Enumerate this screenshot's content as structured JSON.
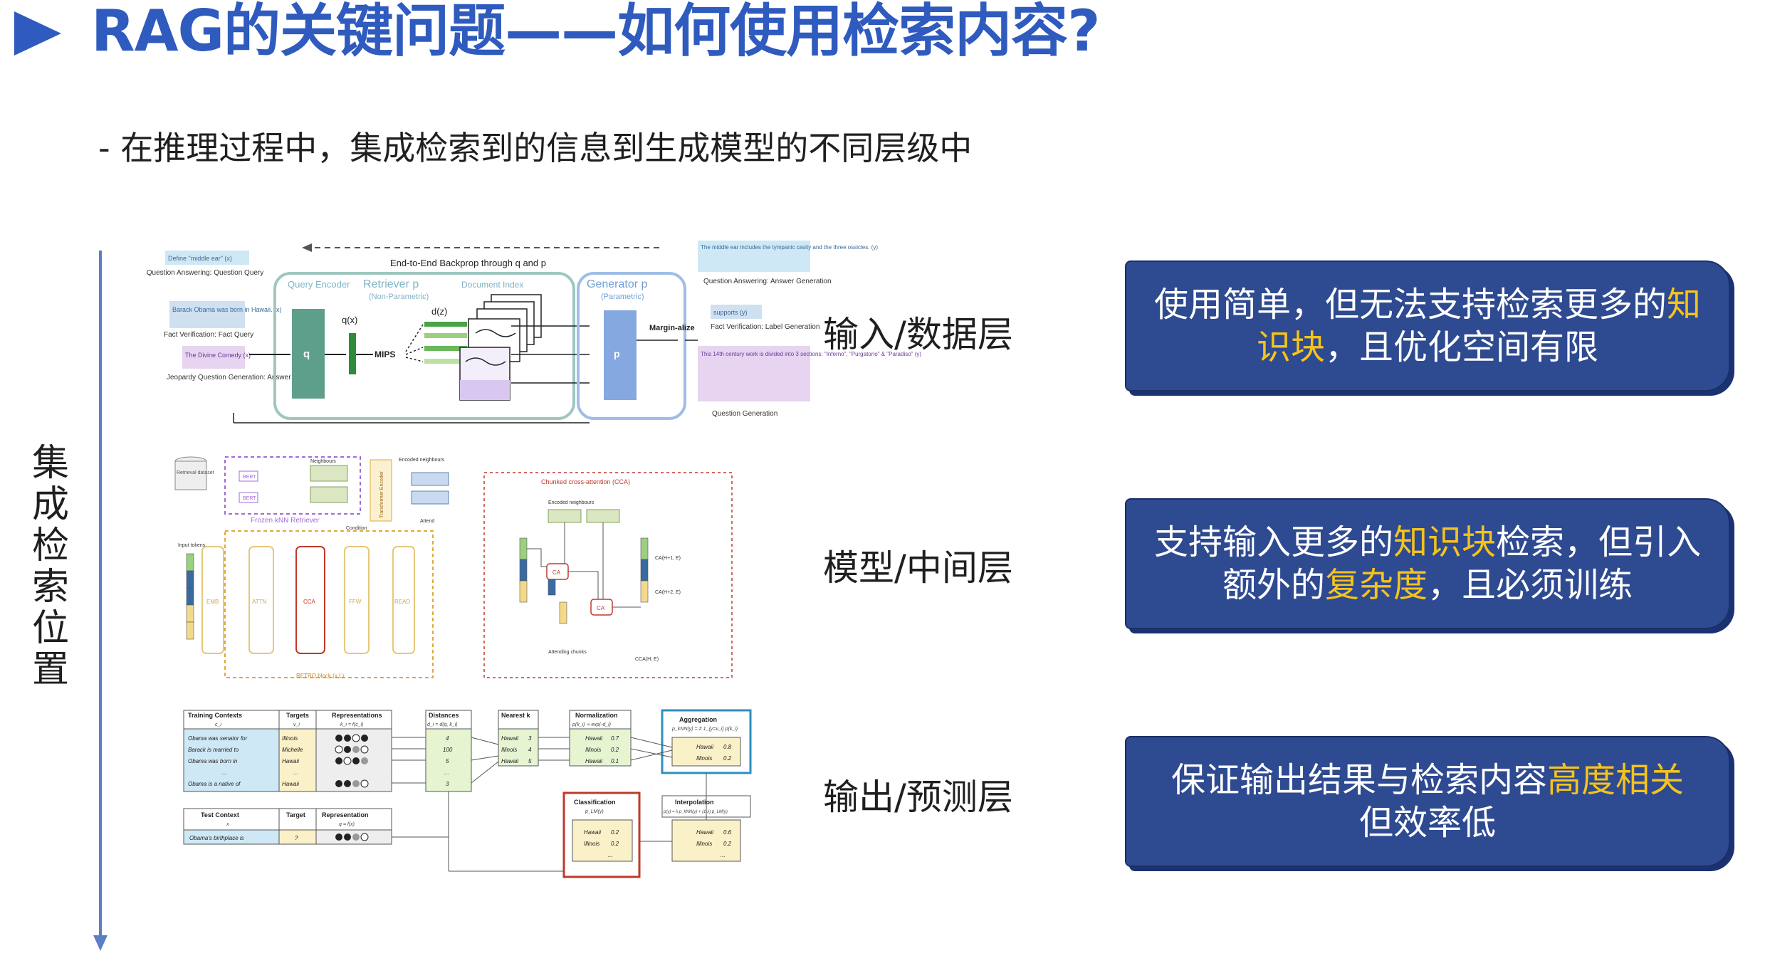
{
  "slide": {
    "title": "RAG的关键问题——如何使用检索内容?",
    "subtitle": "- 在推理过程中，集成检索到的信息到生成模型的不同层级中",
    "axis_label": "集成检索位置",
    "layers": {
      "input": "输入/数据层",
      "model": "模型/中间层",
      "output": "输出/预测层"
    },
    "callouts": {
      "input": {
        "line1_a": "使用简单，但无法支持检索更多的",
        "line1_hl": "知",
        "line2_hl": "识块",
        "line2_b": "，且优化空间有限"
      },
      "model": {
        "line1_a": "支持输入更多的",
        "line1_hl": "知识块",
        "line1_b": "检索，但引入",
        "line2_a": "额外的",
        "line2_hl": "复杂度",
        "line2_b": "，且必须训练"
      },
      "output": {
        "line1_a": "保证输出结果与检索内容",
        "line1_hl": "高度相关",
        "line2": "但效率低"
      }
    },
    "colors": {
      "title": "#2f5bbf",
      "callout_bg": "#2e4a91",
      "highlight": "#f5c31c"
    }
  },
  "fig_rag": {
    "backprop": "End-to-End Backprop through q and p",
    "query_encoder": "Query Encoder",
    "retriever": "Retriever p",
    "non_parametric": "(Non-Parametric)",
    "doc_index": "Document Index",
    "generator": "Generator p",
    "parametric": "(Parametric)",
    "q": "q",
    "qx": "q(x)",
    "dz": "d(z)",
    "mips": "MIPS",
    "ptheta": "p",
    "marginalize": "Margin-alize",
    "in1": "Define \"middle ear\" (x)",
    "in1_cap": "Question Answering: Question Query",
    "in2": "Barack Obama was born in Hawaii. (x)",
    "in2_cap": "Fact Verification: Fact Query",
    "in3": "The Divine Comedy (x)",
    "in3_cap": "Jeopardy Question Generation: Answer Query",
    "out1": "The middle ear includes the tympanic cavity and the three ossicles. (y)",
    "out1_cap": "Question Answering: Answer Generation",
    "out2": "supports (y)",
    "out2_cap": "Fact Verification: Label Generation",
    "out3": "This 14th century work is divided into 3 sections: \"Inferno\", \"Purgatorio\" & \"Paradiso\" (y)",
    "out3_cap": "Question Generation"
  },
  "fig_retro": {
    "encoded_neighbours": "Encoded neighbours",
    "frozen_knn": "Frozen kNN Retriever",
    "retrieval_dataset": "Retrieval dataset",
    "bert": "BERT",
    "neighbours": "Neighbours",
    "condition": "Condition",
    "attend": "Attend",
    "input_tokens": "Input tokens",
    "transformer_encoder": "Transformer Encoder",
    "emb": "EMB",
    "attn": "ATTN",
    "cca": "CCA",
    "ffw": "FFW",
    "read": "READ",
    "retro_block": "RETRO block (x L)",
    "cca_title": "Chunked cross-attention (CCA)",
    "ca": "CA",
    "attending_chunks": "Attending chunks",
    "cca_out1": "CA(H+1, E)",
    "cca_out2": "CA(H+2, E)",
    "cca_out": "CCA(H, E)"
  },
  "fig_knn": {
    "h_training": "Training Contexts",
    "h_training_sub": "c_i",
    "h_targets": "Targets",
    "h_targets_sub": "v_i",
    "h_repr": "Representations",
    "h_repr_sub": "k_i = f(c_i)",
    "h_dist": "Distances",
    "h_dist_sub": "d_i = d(q, k_i)",
    "h_nearest": "Nearest k",
    "h_norm": "Normalization",
    "h_norm_sub": "p(k_i) ∝ exp(-d_i)",
    "h_agg": "Aggregation",
    "h_agg_sub": "p_kNN(y) = Σ 1_{y=v_i} p(k_i)",
    "contexts": [
      "Obama was senator for",
      "Barack is married to",
      "Obama was born in",
      "...",
      "Obama is a native of"
    ],
    "targets": [
      "Illinois",
      "Michelle",
      "Hawaii",
      "...",
      "Hawaii"
    ],
    "distances": [
      "4",
      "100",
      "5",
      "...",
      "3"
    ],
    "nearest": [
      [
        "Hawaii",
        "3"
      ],
      [
        "Illinois",
        "4"
      ],
      [
        "Hawaii",
        "5"
      ]
    ],
    "norm": [
      [
        "Hawaii",
        "0.7"
      ],
      [
        "Illinois",
        "0.2"
      ],
      [
        "Hawaii",
        "0.1"
      ]
    ],
    "agg": [
      [
        "Hawaii",
        "0.8"
      ],
      [
        "Illinois",
        "0.2"
      ]
    ],
    "h_test_ctx": "Test Context",
    "h_test_ctx_sub": "x",
    "h_target": "Target",
    "h_test_repr": "Representation",
    "h_test_repr_sub": "q = f(x)",
    "test_context": "Obama's birthplace is",
    "test_target": "?",
    "h_class": "Classification",
    "h_class_sub": "p_LM(y)",
    "class": [
      [
        "Hawaii",
        "0.2"
      ],
      [
        "Illinois",
        "0.2"
      ]
    ],
    "h_interp": "Interpolation",
    "h_interp_sub": "p(y) = λ p_kNN(y) + (1-λ) p_LM(y)",
    "interp": [
      [
        "Hawaii",
        "0.6"
      ],
      [
        "Illinois",
        "0.2"
      ]
    ],
    "ellipsis": "..."
  }
}
